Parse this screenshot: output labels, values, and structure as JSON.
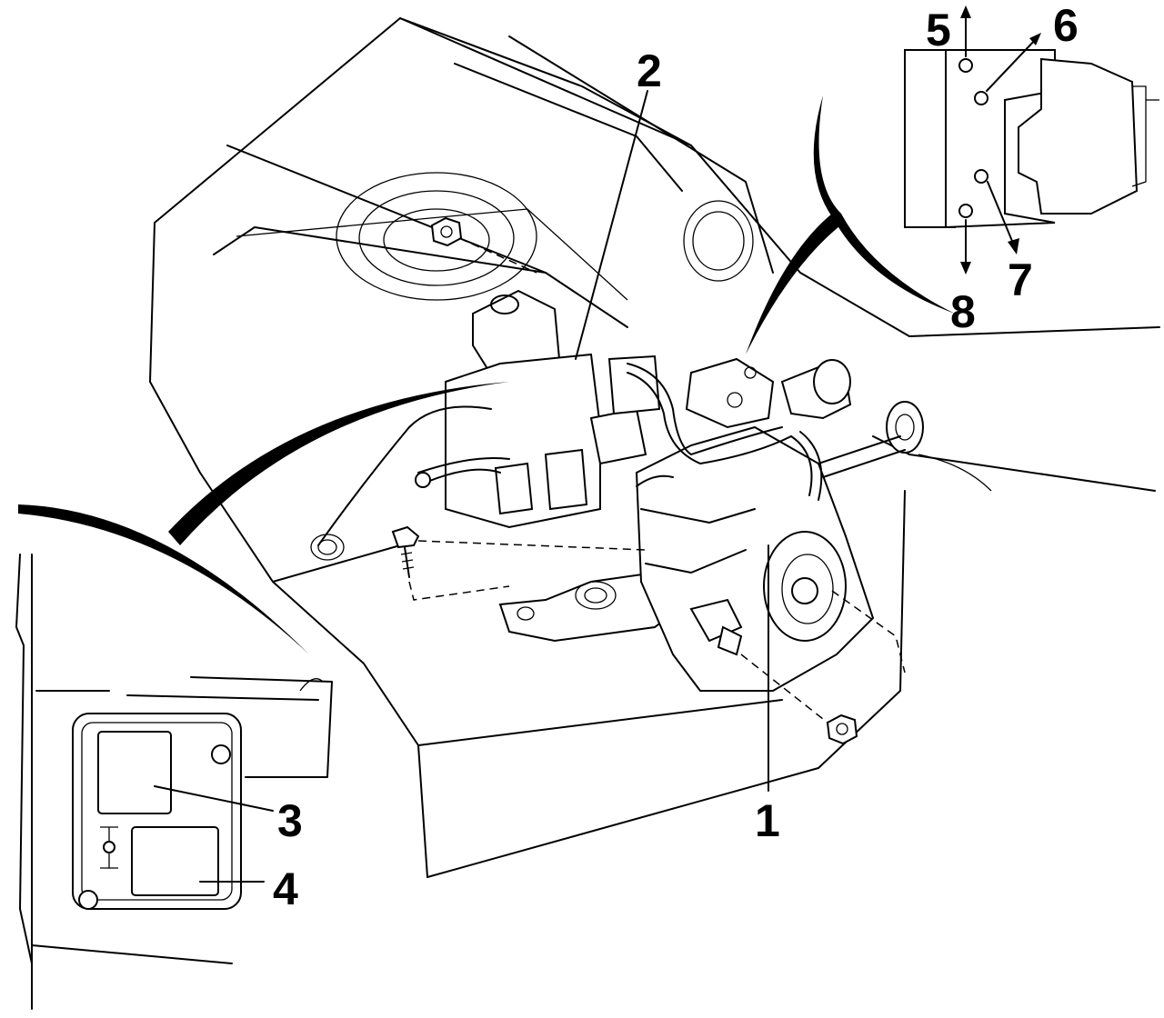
{
  "diagram": {
    "callouts": {
      "c1": "1",
      "c2": "2",
      "c3": "3",
      "c4": "4",
      "c5": "5",
      "c6": "6",
      "c7": "7",
      "c8": "8"
    },
    "colors": {
      "line": "#000000",
      "background": "#ffffff"
    }
  }
}
